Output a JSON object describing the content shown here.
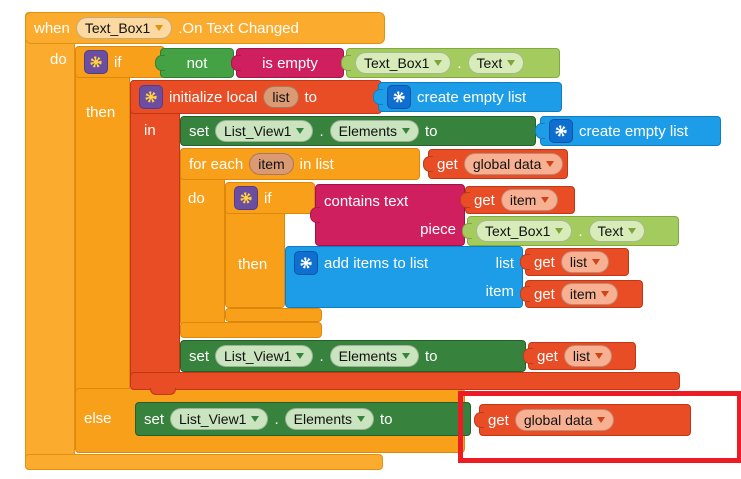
{
  "colors": {
    "event_orange": "#FBAC2E",
    "control_orange": "#F9A01B",
    "logic_green": "#44A244",
    "text_magenta": "#D01F5E",
    "lists_blue": "#1D9DE8",
    "variables_red_orange": "#E84D26",
    "setter_dark_green": "#37823C",
    "getter_light_green": "#A4CB5E",
    "mutator_purple": "#6B4EA0",
    "highlight_red": "#ED1C24"
  },
  "event_block": {
    "when": "when",
    "component": "Text_Box1",
    "event": ".On Text Changed",
    "do": "do"
  },
  "outer_if": {
    "if": "if",
    "then": "then",
    "else": "else"
  },
  "logic_not": {
    "label": "not"
  },
  "text_is_empty": {
    "label": "is empty"
  },
  "textbox_text": {
    "component": "Text_Box1",
    "dot": ".",
    "property": "Text"
  },
  "init_local": {
    "label": "initialize local",
    "name": "list",
    "to": "to",
    "in": "in"
  },
  "create_empty_list": {
    "label": "create empty list"
  },
  "set_elements": {
    "set": "set",
    "component": "List_View1",
    "dot": ".",
    "property": "Elements",
    "to": "to"
  },
  "for_each": {
    "for_each": "for each",
    "var": "item",
    "in_list": "in list",
    "do": "do"
  },
  "inner_if": {
    "if": "if",
    "then": "then"
  },
  "contains_text": {
    "contains": "contains text",
    "piece": "piece"
  },
  "add_items": {
    "label": "add items to list",
    "list_arg": "list",
    "item_arg": "item"
  },
  "get_global_data": {
    "get": "get",
    "var": "global data"
  },
  "get_item": {
    "get": "get",
    "var": "item"
  },
  "get_list": {
    "get": "get",
    "var": "list"
  }
}
